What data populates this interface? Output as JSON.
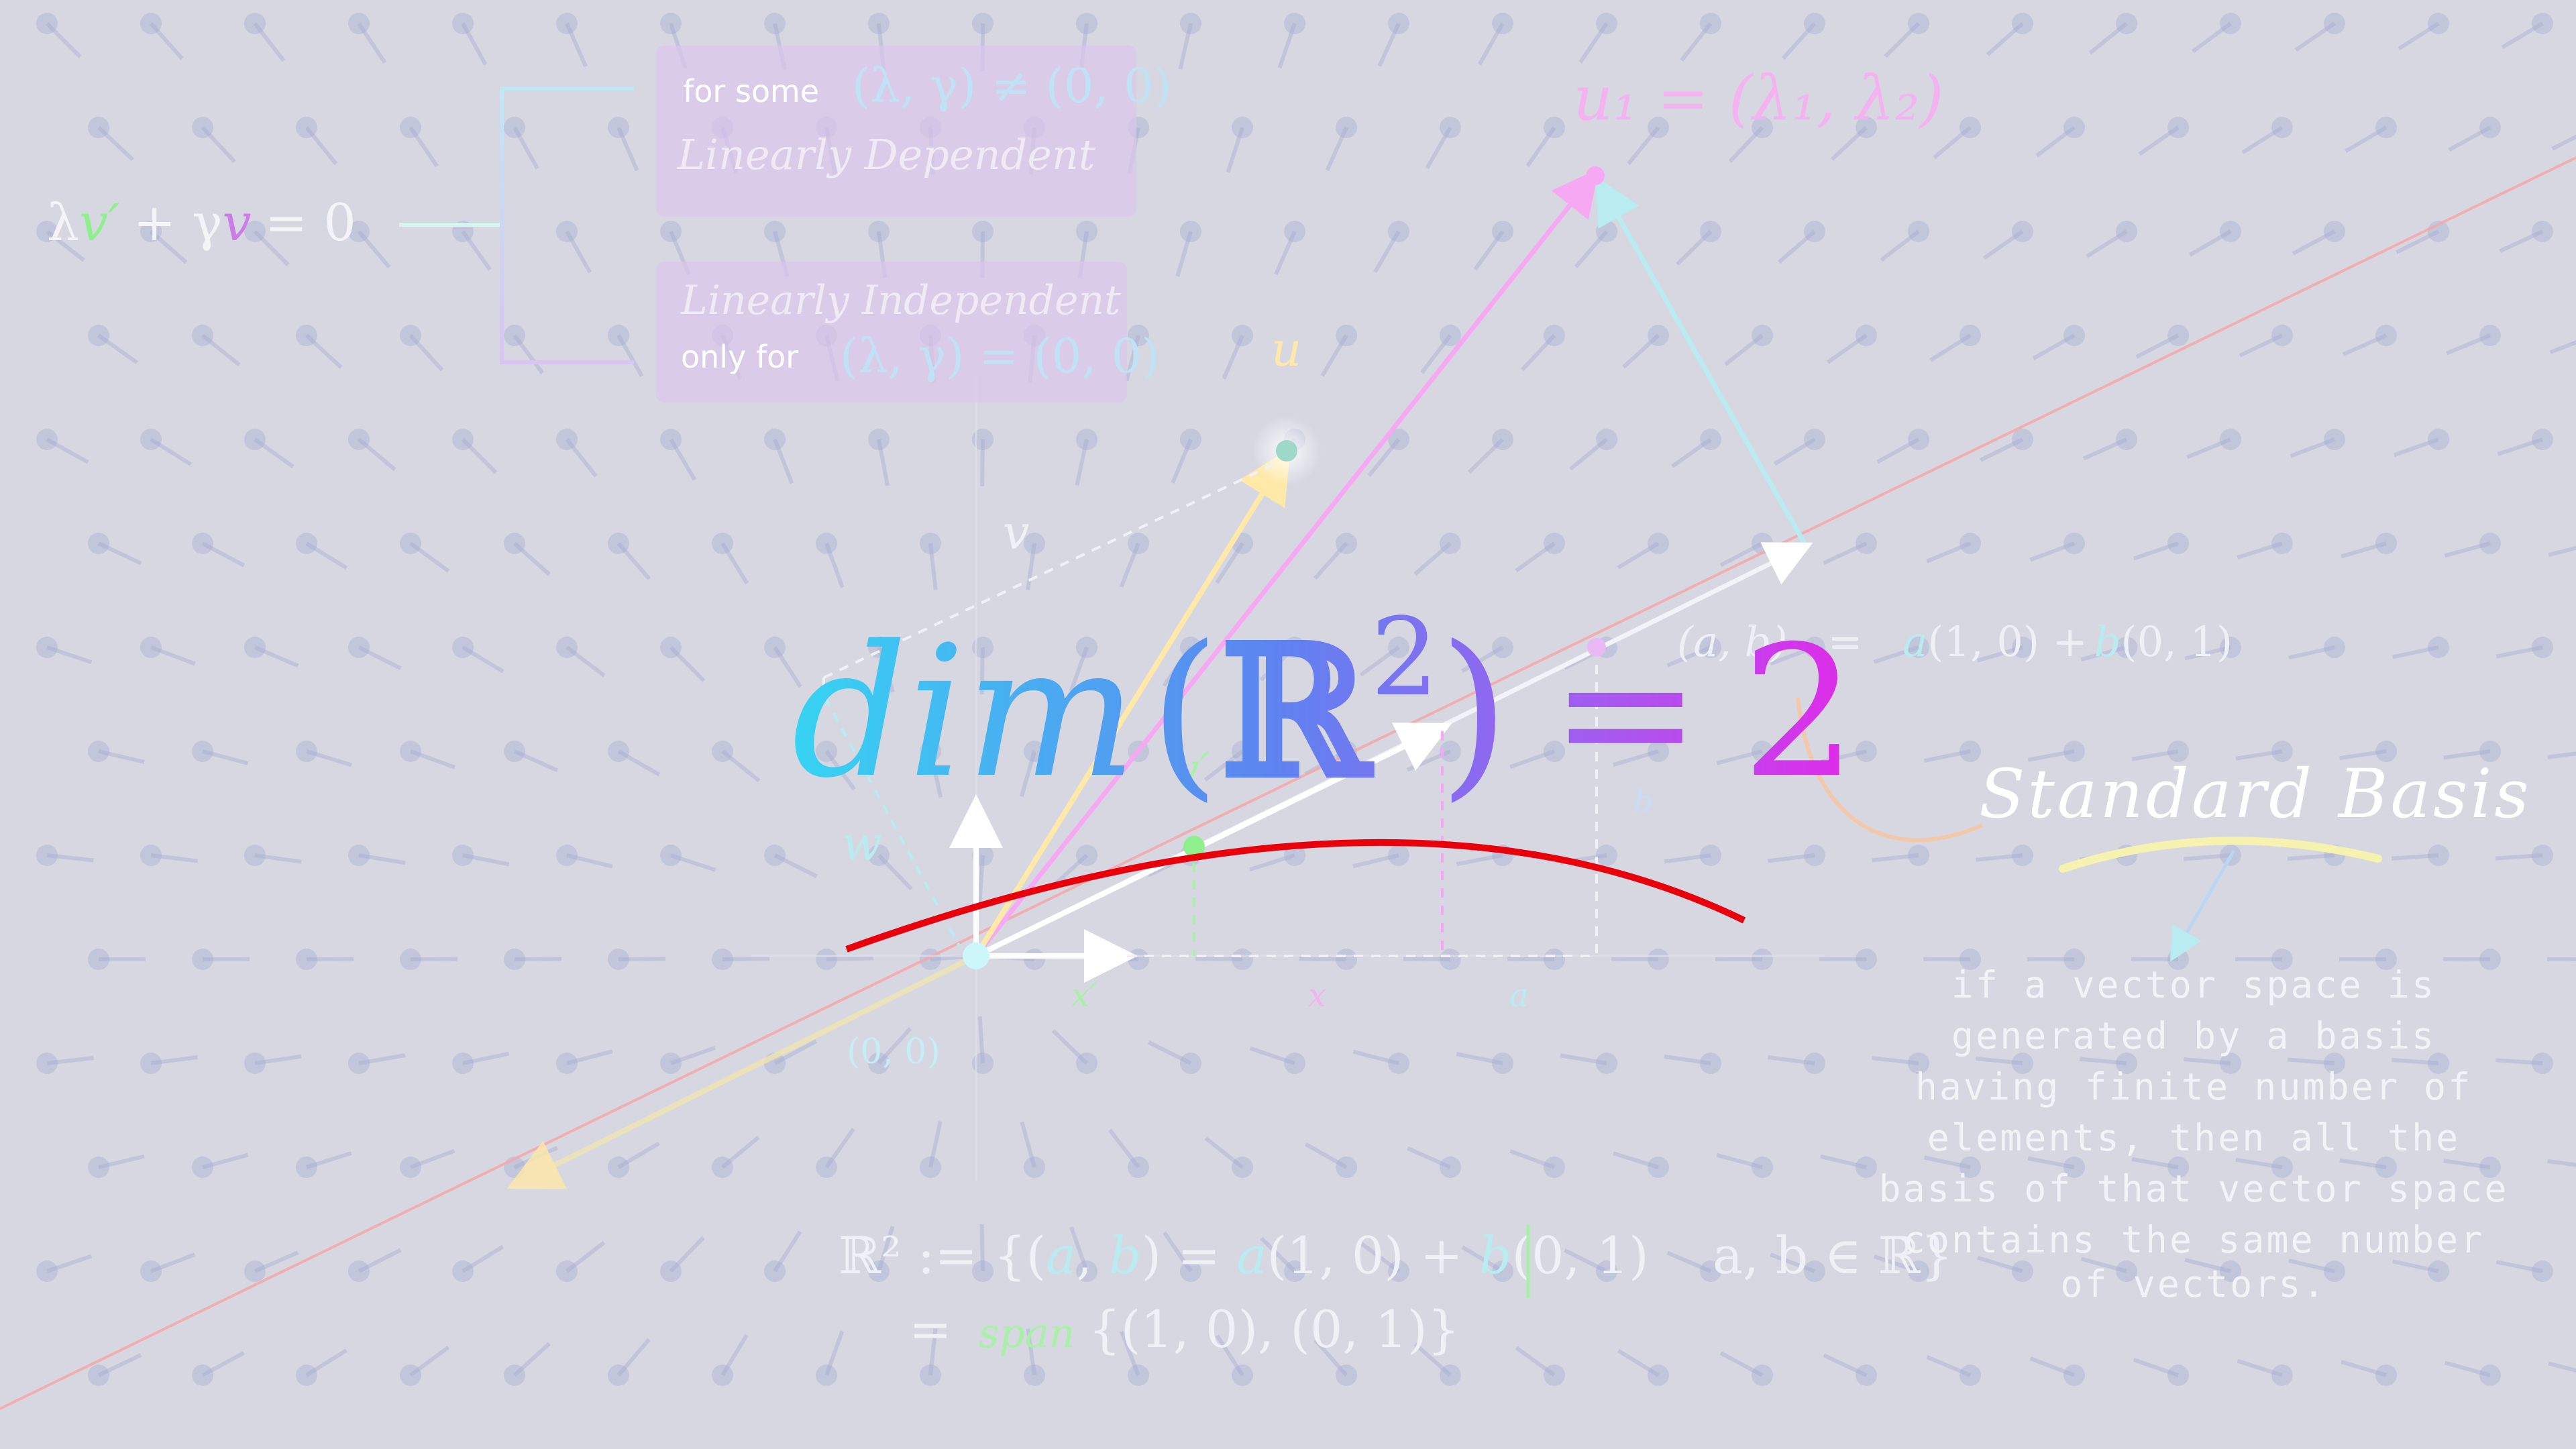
{
  "condition_eq": {
    "lambda": "λ",
    "v_prime": "v′",
    "plus_gamma": "+ γ",
    "v": "v",
    "eq_zero": "= 0"
  },
  "dependent_box": {
    "for_some": "for some",
    "tuple": "(λ, γ) ≠ (0, 0)",
    "label": "Linearly Dependent"
  },
  "independent_box": {
    "label": "Linearly Independent",
    "only_for": "only for",
    "tuple": "(λ, γ) = (0, 0)"
  },
  "vector_labels": {
    "u": "u",
    "v": "v",
    "w": "w",
    "v_prime": "v′",
    "u1": "u₁ = (λ₁, λ₂)",
    "b": "b"
  },
  "axis_labels": {
    "origin": "(0, 0)",
    "x_prime": "x′",
    "x": "x",
    "a": "a"
  },
  "decomposition": {
    "ab": "(a, b)",
    "equals": "=",
    "rhs_a": "a",
    "rhs_10": "(1, 0) +",
    "rhs_b": "b",
    "rhs_01": "(0, 1)"
  },
  "headline": {
    "dim": "dim",
    "open": "(",
    "field": "ℝ",
    "power": "2",
    "close": ")",
    "equals": "=",
    "value": "2"
  },
  "standard_basis": {
    "label": "Standard Basis"
  },
  "theorem_lines": [
    "if a vector space is",
    "generated by a basis",
    "having finite number of",
    "elements, then all the",
    "basis of that vector space",
    "contains the same number",
    "of vectors."
  ],
  "set_definition": {
    "line1_lhs": "ℝ² := {(",
    "a": "a",
    "comma": ", ",
    "b": "b",
    "mid1": ") = ",
    "a2": "a",
    "mid2": "(1, 0) + ",
    "b2": "b",
    "mid3": "(0, 1)",
    "cond": "a, b ∈ ℝ}",
    "line2_eq": "=",
    "span": "span",
    "line2_rhs": "{(1, 0), (0, 1)}"
  },
  "colors": {
    "background": "#d6d7e1",
    "field_arrows": "#9ea6cf",
    "highlight_red": "#e8000b",
    "headline_start": "#3ad0f0",
    "headline_end": "#d92fe6",
    "pink": "#f7a8f2",
    "cyan": "#b9ecf1",
    "yellow": "#ffe9a8",
    "green": "#a7f0a6"
  }
}
